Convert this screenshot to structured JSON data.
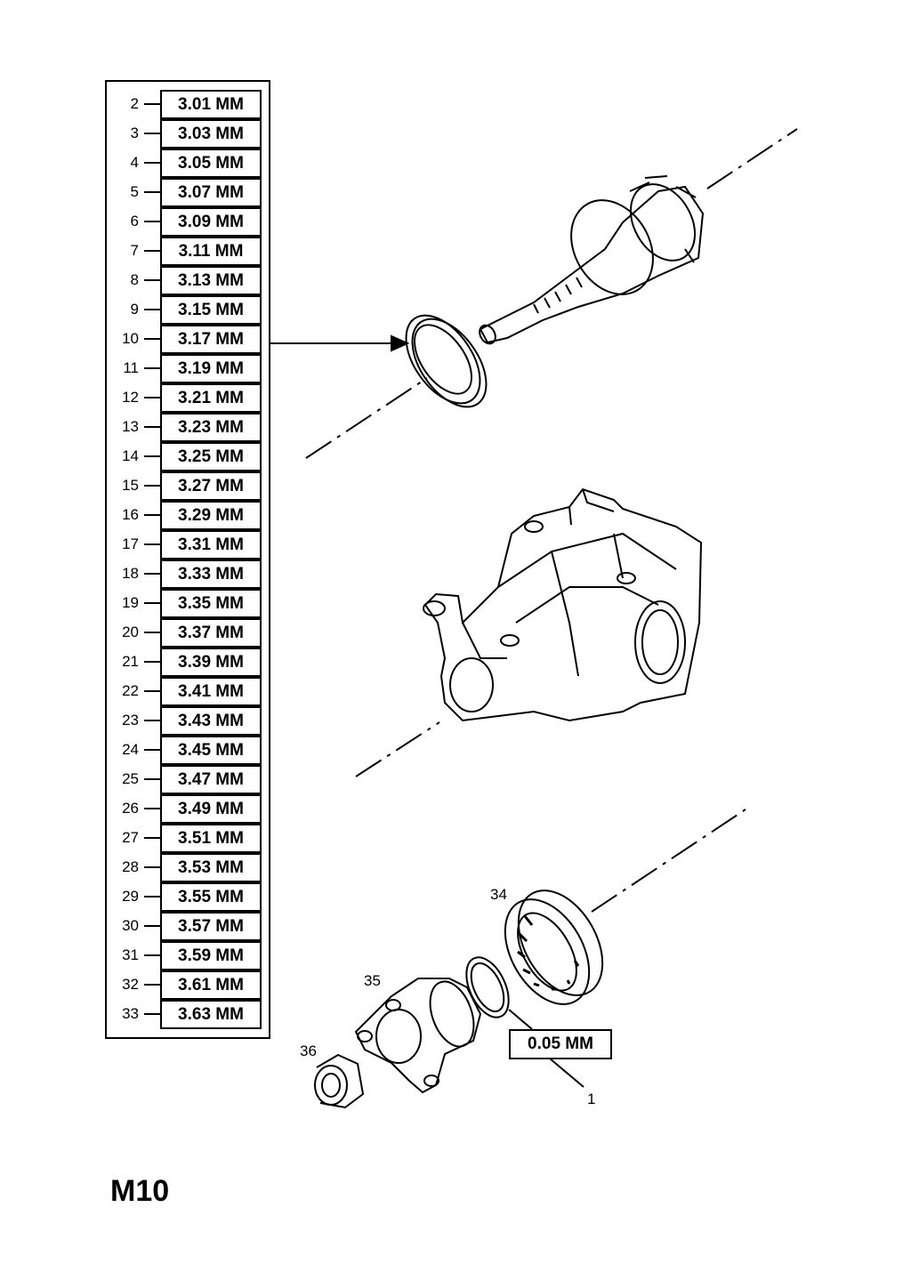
{
  "shim_table": [
    {
      "num": "2",
      "size": "3.01 MM"
    },
    {
      "num": "3",
      "size": "3.03 MM"
    },
    {
      "num": "4",
      "size": "3.05 MM"
    },
    {
      "num": "5",
      "size": "3.07 MM"
    },
    {
      "num": "6",
      "size": "3.09 MM"
    },
    {
      "num": "7",
      "size": "3.11 MM"
    },
    {
      "num": "8",
      "size": "3.13 MM"
    },
    {
      "num": "9",
      "size": "3.15 MM"
    },
    {
      "num": "10",
      "size": "3.17 MM"
    },
    {
      "num": "11",
      "size": "3.19 MM"
    },
    {
      "num": "12",
      "size": "3.21 MM"
    },
    {
      "num": "13",
      "size": "3.23 MM"
    },
    {
      "num": "14",
      "size": "3.25 MM"
    },
    {
      "num": "15",
      "size": "3.27 MM"
    },
    {
      "num": "16",
      "size": "3.29 MM"
    },
    {
      "num": "17",
      "size": "3.31 MM"
    },
    {
      "num": "18",
      "size": "3.33 MM"
    },
    {
      "num": "19",
      "size": "3.35 MM"
    },
    {
      "num": "20",
      "size": "3.37 MM"
    },
    {
      "num": "21",
      "size": "3.39 MM"
    },
    {
      "num": "22",
      "size": "3.41 MM"
    },
    {
      "num": "23",
      "size": "3.43 MM"
    },
    {
      "num": "24",
      "size": "3.45 MM"
    },
    {
      "num": "25",
      "size": "3.47 MM"
    },
    {
      "num": "26",
      "size": "3.49 MM"
    },
    {
      "num": "27",
      "size": "3.51 MM"
    },
    {
      "num": "28",
      "size": "3.53 MM"
    },
    {
      "num": "29",
      "size": "3.55 MM"
    },
    {
      "num": "30",
      "size": "3.57 MM"
    },
    {
      "num": "31",
      "size": "3.59 MM"
    },
    {
      "num": "32",
      "size": "3.61 MM"
    },
    {
      "num": "33",
      "size": "3.63 MM"
    }
  ],
  "callouts": {
    "bearing": "34",
    "flange": "35",
    "nut": "36",
    "shim_ring": "1"
  },
  "shim_ring_spec": "0.05 MM",
  "page_code": "M10"
}
